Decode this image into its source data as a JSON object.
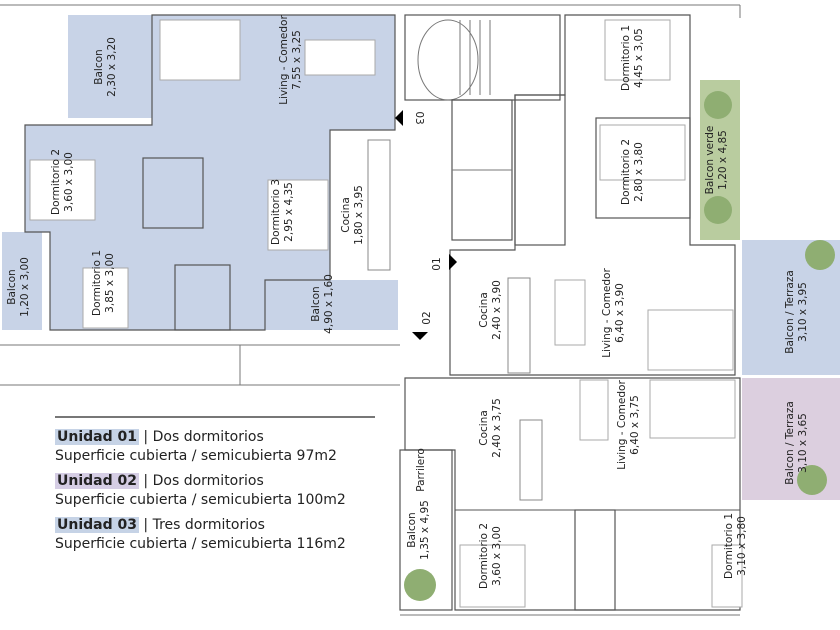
{
  "colors": {
    "unit_blue": "#c8d3e7",
    "unit_purple": "#d7d1e6",
    "balcony_green": "#b9cc9f",
    "balcony_purple": "#dccfdf",
    "wall": "#555555"
  },
  "markers": {
    "u03": "03",
    "u01": "01",
    "u02": "02"
  },
  "unit03": {
    "balcon_top": {
      "name": "Balcon",
      "dims": "2,30 x 3,20"
    },
    "living": {
      "name": "Living - Comedor",
      "dims": "7,55 x 3,25"
    },
    "dorm2": {
      "name": "Dormitorio 2",
      "dims": "3,60 x 3,00"
    },
    "dorm1": {
      "name": "Dormitorio 1",
      "dims": "3,85 x 3,00"
    },
    "balcon_left": {
      "name": "Balcon",
      "dims": "1,20 x 3,00"
    },
    "dorm3": {
      "name": "Dormitorio 3",
      "dims": "2,95 x 4,35"
    },
    "cocina": {
      "name": "Cocina",
      "dims": "1,80 x 3,95"
    },
    "balcon_bottom": {
      "name": "Balcon",
      "dims": "4,90 x 1,60"
    }
  },
  "unit01": {
    "dorm1": {
      "name": "Dormitorio 1",
      "dims": "4,45 x 3,05"
    },
    "dorm2": {
      "name": "Dormitorio 2",
      "dims": "2,80 x 3,80"
    },
    "balcon_verde": {
      "name": "Balcon verde",
      "dims": "1,20 x 4,85"
    },
    "cocina": {
      "name": "Cocina",
      "dims": "2,40 x 3,90"
    },
    "living": {
      "name": "Living - Comedor",
      "dims": "6,40 x 3,90"
    },
    "terraza": {
      "name": "Balcon / Terraza",
      "dims": "3,10 x 3,95"
    }
  },
  "unit02": {
    "cocina": {
      "name": "Cocina",
      "dims": "2,40 x 3,75"
    },
    "living": {
      "name": "Living - Comedor",
      "dims": "6,40 x 3,75"
    },
    "terraza": {
      "name": "Balcon / Terraza",
      "dims": "3,10 x 3,65"
    },
    "parrilero": {
      "name": "Parrilero"
    },
    "balcon": {
      "name": "Balcon",
      "dims": "1,35 x 4,95"
    },
    "dorm2": {
      "name": "Dormitorio 2",
      "dims": "3,60 x 3,00"
    },
    "dorm1": {
      "name": "Dormitorio 1",
      "dims": "3,10 x 3,80"
    }
  },
  "legend": [
    {
      "unit": "Unidad 01",
      "type": "Dos dormitorios",
      "area": "Superficie cubierta / semicubierta 97m2"
    },
    {
      "unit": "Unidad 02",
      "type": "Dos dormitorios",
      "area": "Superficie cubierta / semicubierta 100m2"
    },
    {
      "unit": "Unidad 03",
      "type": "Tres dormitorios",
      "area": "Superficie cubierta / semicubierta 116m2"
    }
  ]
}
